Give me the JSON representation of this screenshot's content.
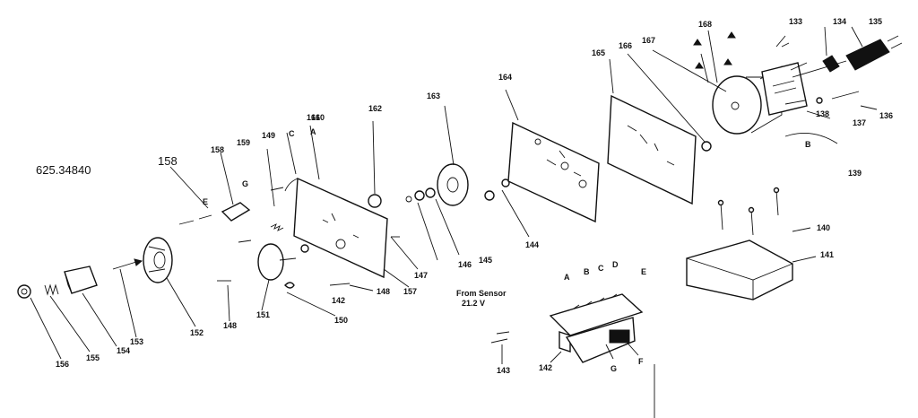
{
  "model_number": "625.34840",
  "notes": {
    "from_sensor_line1": "From Sensor",
    "from_sensor_line2": "21.2 V"
  },
  "letters": [
    "A",
    "B",
    "C",
    "D",
    "E",
    "F",
    "G",
    "B",
    "E",
    "G",
    "C",
    "A"
  ],
  "callouts": [
    "133",
    "134",
    "135",
    "136",
    "137",
    "138",
    "139",
    "140",
    "141",
    "142",
    "143",
    "144",
    "145",
    "146",
    "147",
    "148",
    "149",
    "150",
    "151",
    "152",
    "153",
    "154",
    "155",
    "156",
    "157",
    "158",
    "158",
    "159",
    "160",
    "161",
    "162",
    "163",
    "164",
    "165",
    "166",
    "167",
    "168"
  ]
}
